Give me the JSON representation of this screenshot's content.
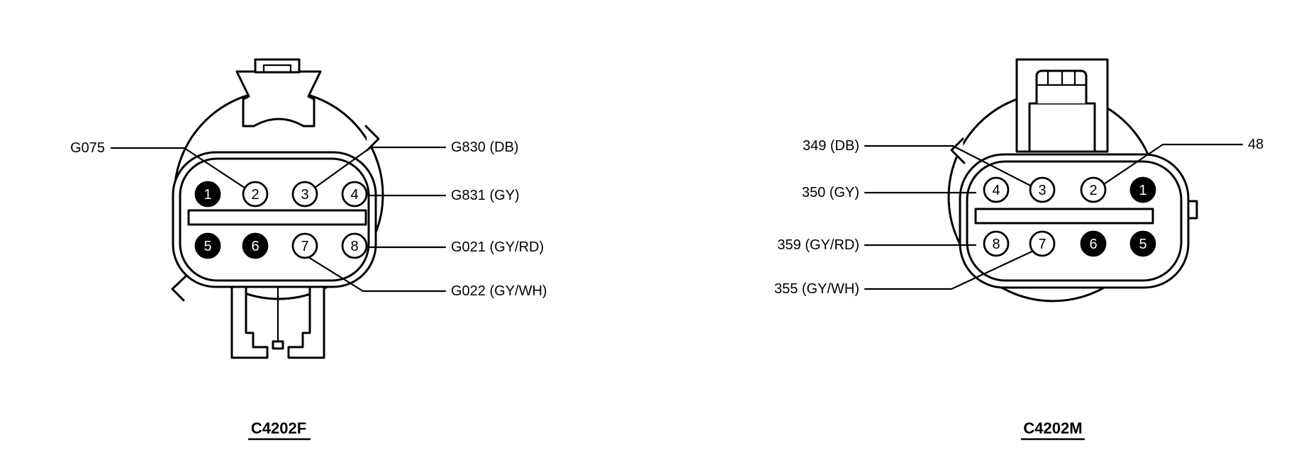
{
  "connectors": [
    {
      "id": "C4202F",
      "title": "C4202F",
      "pins": [
        {
          "number": "1",
          "filled": true
        },
        {
          "number": "2",
          "filled": false
        },
        {
          "number": "3",
          "filled": false
        },
        {
          "number": "4",
          "filled": false
        },
        {
          "number": "5",
          "filled": true
        },
        {
          "number": "6",
          "filled": true
        },
        {
          "number": "7",
          "filled": false
        },
        {
          "number": "8",
          "filled": false
        }
      ],
      "callouts": [
        {
          "text": "G075",
          "pin": "2"
        },
        {
          "text": "G830 (DB)",
          "pin": "3"
        },
        {
          "text": "G831 (GY)",
          "pin": "4"
        },
        {
          "text": "G021 (GY/RD)",
          "pin": "8"
        },
        {
          "text": "G022 (GY/WH)",
          "pin": "7"
        }
      ]
    },
    {
      "id": "C4202M",
      "title": "C4202M",
      "pins": [
        {
          "number": "4",
          "filled": false
        },
        {
          "number": "3",
          "filled": false
        },
        {
          "number": "2",
          "filled": false
        },
        {
          "number": "1",
          "filled": true
        },
        {
          "number": "8",
          "filled": false
        },
        {
          "number": "7",
          "filled": false
        },
        {
          "number": "6",
          "filled": true
        },
        {
          "number": "5",
          "filled": true
        }
      ],
      "callouts": [
        {
          "text": "349 (DB)",
          "pin": "3"
        },
        {
          "text": "48",
          "pin": "2"
        },
        {
          "text": "350 (GY)",
          "pin": "4"
        },
        {
          "text": "359 (GY/RD)",
          "pin": "8"
        },
        {
          "text": "355 (GY/WH)",
          "pin": "7"
        }
      ]
    }
  ]
}
